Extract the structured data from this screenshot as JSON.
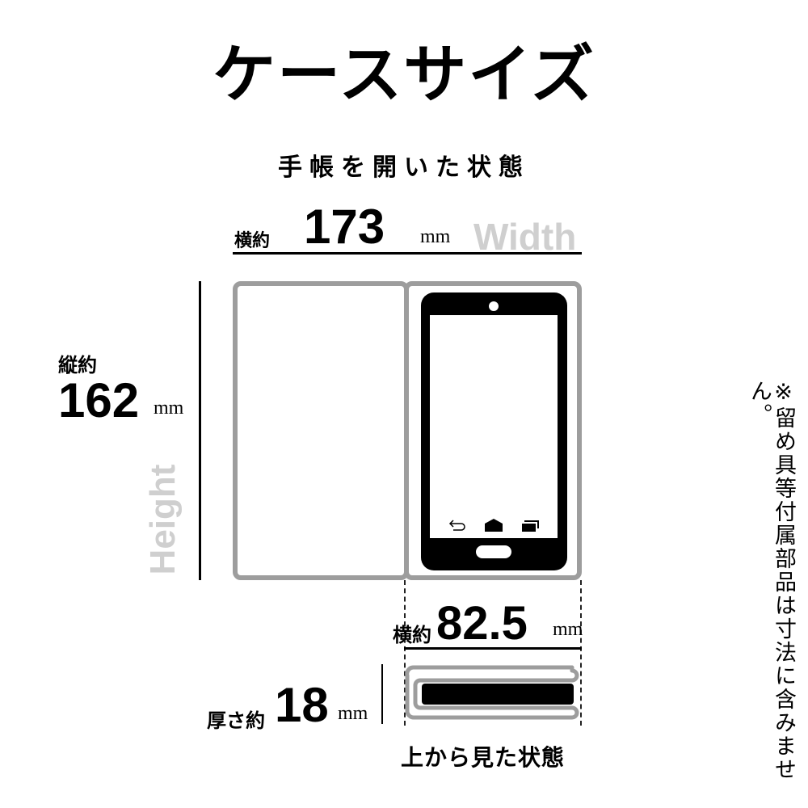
{
  "title": "ケースサイズ",
  "open_state": {
    "caption": "手帳を開いた状態",
    "width": {
      "prefix": "横約",
      "value": "173",
      "unit": "mm",
      "ghost_label": "Width"
    },
    "height": {
      "prefix": "縦約",
      "value": "162",
      "unit": "mm",
      "ghost_label": "Height"
    }
  },
  "phone_diagram": {
    "nav_icons": [
      "back-icon",
      "home-icon",
      "recent-apps-icon"
    ],
    "case_color": "#9d9d9d",
    "phone_color": "#000000"
  },
  "half_width": {
    "prefix": "横約",
    "value": "82.5",
    "unit": "mm"
  },
  "thickness": {
    "prefix": "厚さ約",
    "value": "18",
    "unit": "mm"
  },
  "top_view_caption": "上から見た状態",
  "note": "※留め具等付属部品は寸法に含みません。",
  "colors": {
    "ghost_text": "#cfcfcf",
    "outline": "#9d9d9d",
    "ink": "#000000"
  }
}
